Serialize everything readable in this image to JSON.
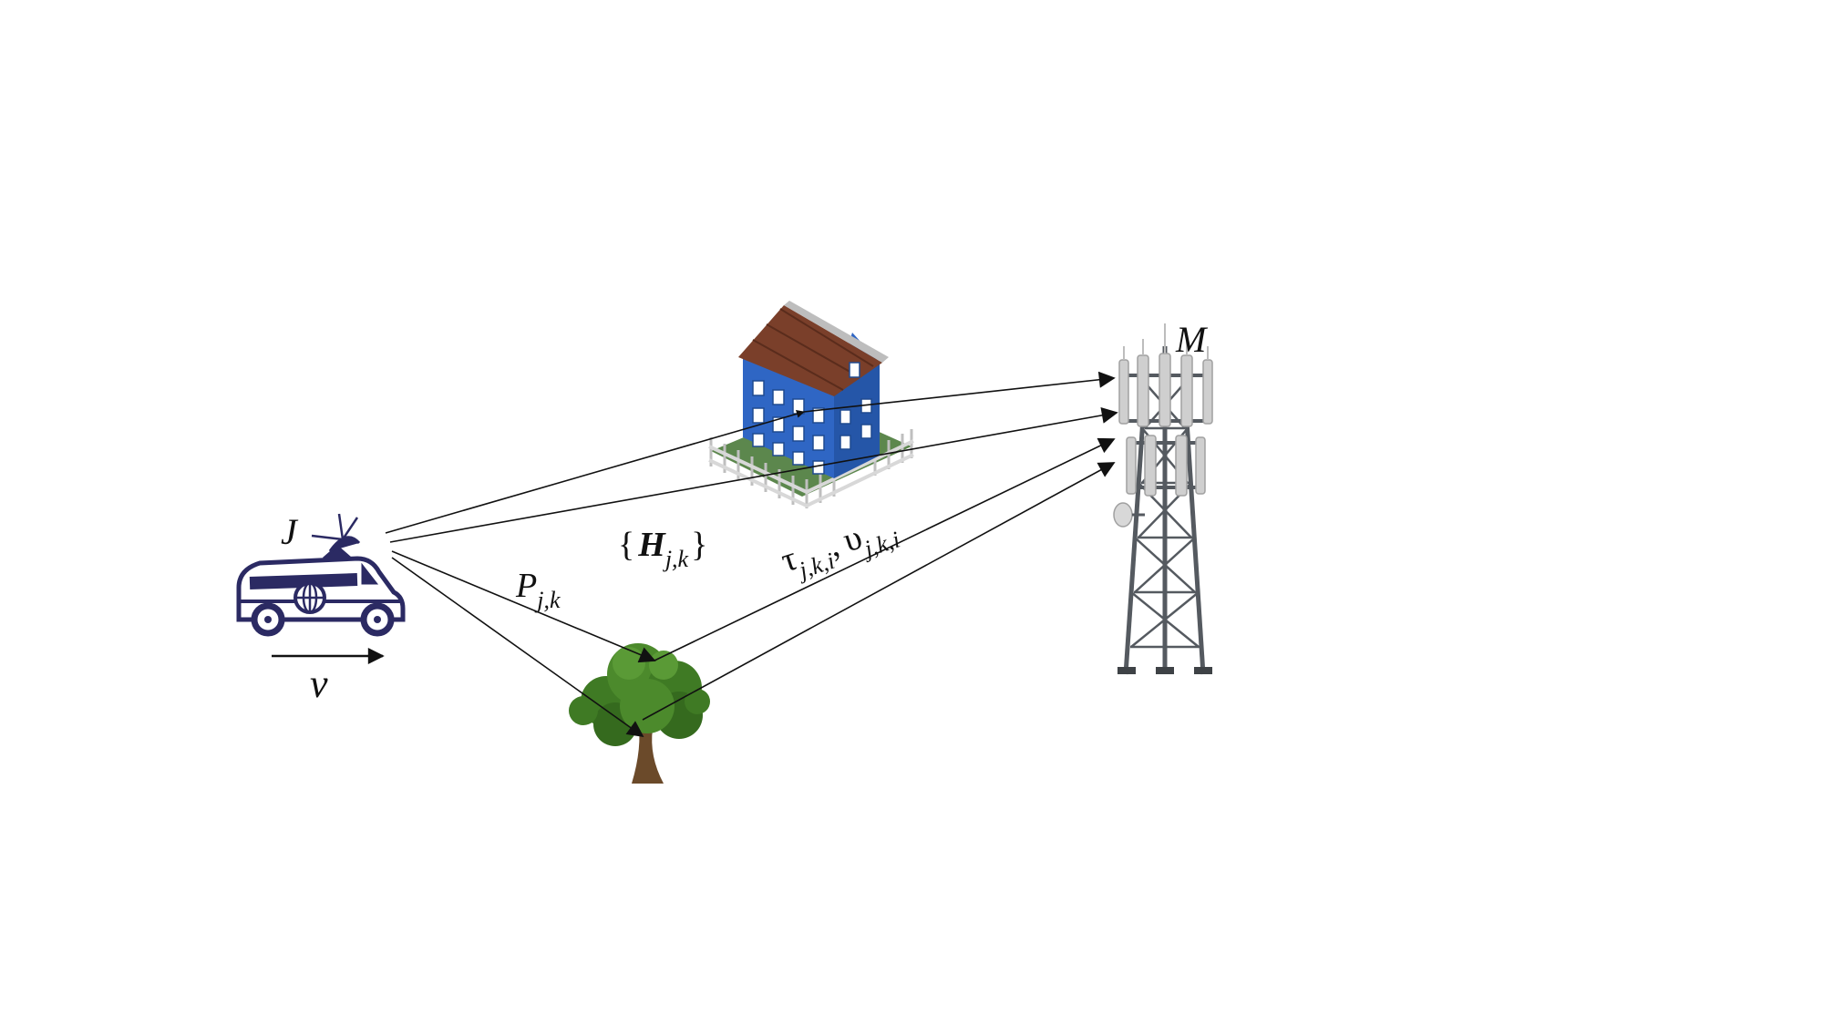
{
  "labels": {
    "transmitter": "J",
    "velocity": "v",
    "receiver": "M",
    "path_gain_main": "P",
    "path_gain_sub": "j,k",
    "channel_open": "{",
    "channel_main": "H",
    "channel_sub": "j,k",
    "channel_close": "}",
    "delay_main": "τ",
    "delay_sub": "j,k,i",
    "separator": ",",
    "doppler_main": "υ",
    "doppler_sub": "j,k,i"
  },
  "colors": {
    "van": "#2b2a63",
    "house_wall": "#2f66c4",
    "house_roof": "#7a3f2a",
    "tree_leaves": "#3f7a24",
    "tree_trunk": "#6b4a2a",
    "tower": "#555a60",
    "antenna": "#cfcfcf",
    "arrow": "#111111"
  },
  "icons": [
    "van-icon",
    "house-icon",
    "tree-icon",
    "cell-tower-icon"
  ]
}
